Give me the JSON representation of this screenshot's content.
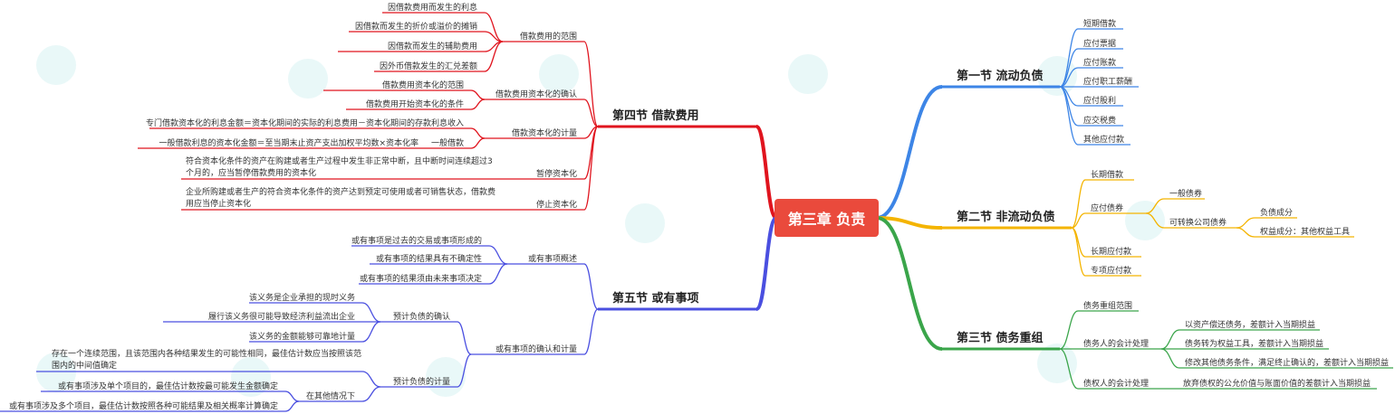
{
  "title": "第三章 负责",
  "colors": {
    "s1": "#3d85e6",
    "s2": "#f4b400",
    "s3": "#3aa54a",
    "s4": "#e0141e",
    "s5": "#4a4fe0",
    "center": "#ea4a3c"
  },
  "s1": {
    "label": "第一节 流动负债",
    "items": [
      "短期借款",
      "应付票据",
      "应付账款",
      "应付职工薪酬",
      "应付股利",
      "应交税费",
      "其他应付款"
    ]
  },
  "s2": {
    "label": "第二节 非流动负债",
    "items": [
      "长期借款",
      "应付债券",
      "长期应付款",
      "专项应付款"
    ],
    "bonds": [
      "一般债券",
      "可转换公司债券"
    ],
    "convertible": [
      "负债成分",
      "权益成分：其他权益工具"
    ]
  },
  "s3": {
    "label": "第三节 债务重组",
    "items": [
      "债务重组范围",
      "债务人的会计处理",
      "债权人的会计处理"
    ],
    "debtor": [
      "以资产偿还债务，差额计入当期损益",
      "债务转为权益工具，差额计入当期损益",
      "修改其他债务条件，满足终止确认的，差额计入当期损益"
    ],
    "creditor": [
      "放弃债权的公允价值与账面价值的差额计入当期损益"
    ]
  },
  "s4": {
    "label": "第四节 借款费用",
    "scope": {
      "label": "借款费用的范围",
      "items": [
        "因借款费用而发生的利息",
        "因借款而发生的折价或溢价的摊销",
        "因借款而发生的辅助费用",
        "因外币借款发生的汇兑差额"
      ]
    },
    "confirm": {
      "label": "借款费用资本化的确认",
      "items": [
        "借款费用资本化的范围",
        "借款费用开始资本化的条件"
      ]
    },
    "measure": {
      "label": "借款资本化的计量",
      "special": "专门借款资本化的利息金额＝资本化期间的实际的利息费用－资本化期间的存款利息收入",
      "general": {
        "label": "一般借款",
        "formula": "一般借款利息的资本化金额＝至当期末止资产支出加权平均数×资本化率"
      }
    },
    "suspend": {
      "label": "暂停资本化",
      "desc": [
        "符合资本化条件的资产在购建或者生产过程中发生非正常中断，且中断时间连续超过3",
        "个月的，应当暂停借款费用的资本化"
      ]
    },
    "stop": {
      "label": "停止资本化",
      "desc": [
        "企业所购建或者生产的符合资本化条件的资产达到预定可使用或者可销售状态，借款费",
        "用应当停止资本化"
      ]
    }
  },
  "s5": {
    "label": "第五节 或有事项",
    "overview": {
      "label": "或有事项概述",
      "items": [
        "或有事项是过去的交易或事项形成的",
        "或有事项的结果具有不确定性",
        "或有事项的结果须由未来事项决定"
      ]
    },
    "rm": {
      "label": "或有事项的确认和计量",
      "recog": {
        "label": "预计负债的确认",
        "items": [
          "该义务是企业承担的现时义务",
          "履行该义务很可能导致经济利益流出企业",
          "该义务的金额能够可靠地计量"
        ]
      },
      "meas": {
        "label": "预计负债的计量",
        "range": [
          "存在一个连续范围，且该范围内各种结果发生的可能性相同，最佳估计数应当按照该范",
          "围内的中间值确定"
        ],
        "other": {
          "label": "在其他情况下",
          "items": [
            "或有事项涉及单个项目的，最佳估计数按最可能发生金额确定",
            "或有事项涉及多个项目，最佳估计数按照各种可能结果及相关概率计算确定"
          ]
        }
      }
    }
  }
}
